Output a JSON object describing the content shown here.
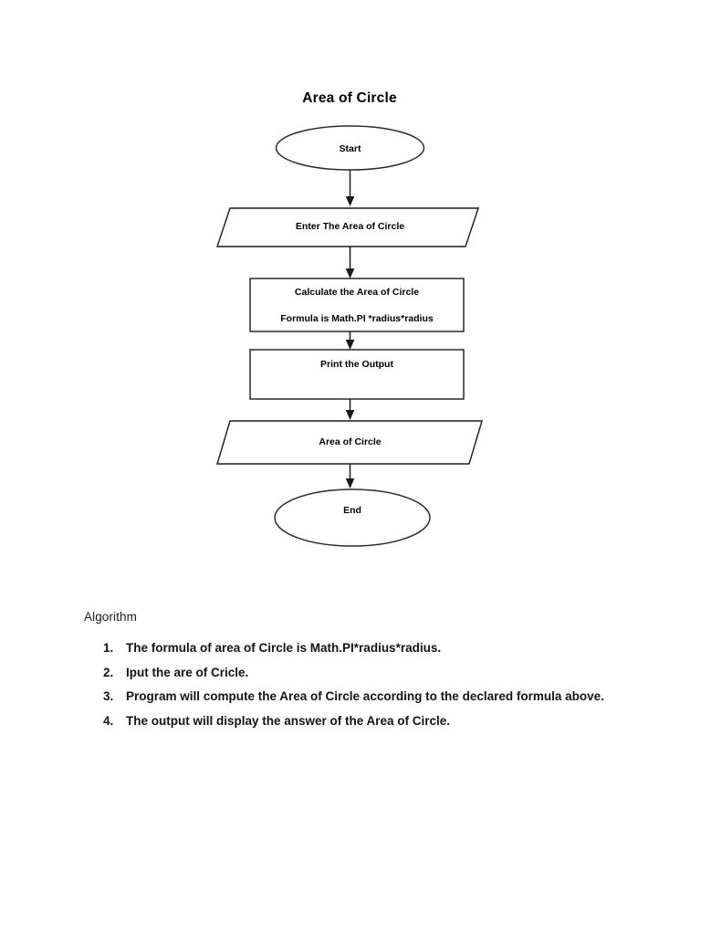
{
  "document": {
    "title": "Area of Circle"
  },
  "flowchart": {
    "title": "Area of Circle",
    "nodes": [
      {
        "id": "start",
        "shape": "ellipse",
        "label": "Start"
      },
      {
        "id": "input",
        "shape": "parallelogram",
        "label": "Enter The Area of Circle"
      },
      {
        "id": "calculate",
        "shape": "rectangle",
        "label_line1": "Calculate the Area of Circle",
        "label_line2": "Formula is Math.PI *radius*radius"
      },
      {
        "id": "print",
        "shape": "rectangle",
        "label": "Print the Output"
      },
      {
        "id": "output",
        "shape": "parallelogram",
        "label": "Area of Circle"
      },
      {
        "id": "end",
        "shape": "ellipse",
        "label": "End"
      }
    ],
    "connectors": [
      {
        "from": "start",
        "to": "input"
      },
      {
        "from": "input",
        "to": "calculate"
      },
      {
        "from": "calculate",
        "to": "print"
      },
      {
        "from": "print",
        "to": "output"
      },
      {
        "from": "output",
        "to": "end"
      }
    ],
    "colors": {
      "stroke": "#1a1a1a",
      "fill": "#ffffff",
      "text": "#000000"
    }
  },
  "algorithm": {
    "heading": "Algorithm",
    "steps": [
      {
        "number": "1.",
        "text": "The formula of area of Circle is Math.PI*radius*radius."
      },
      {
        "number": "2.",
        "text": "Iput the are of Cricle."
      },
      {
        "number": "3.",
        "text": "Program will compute the Area of Circle according to the declared formula above."
      },
      {
        "number": "4.",
        "text": "The output will display the answer of the  Area of Circle."
      }
    ]
  }
}
